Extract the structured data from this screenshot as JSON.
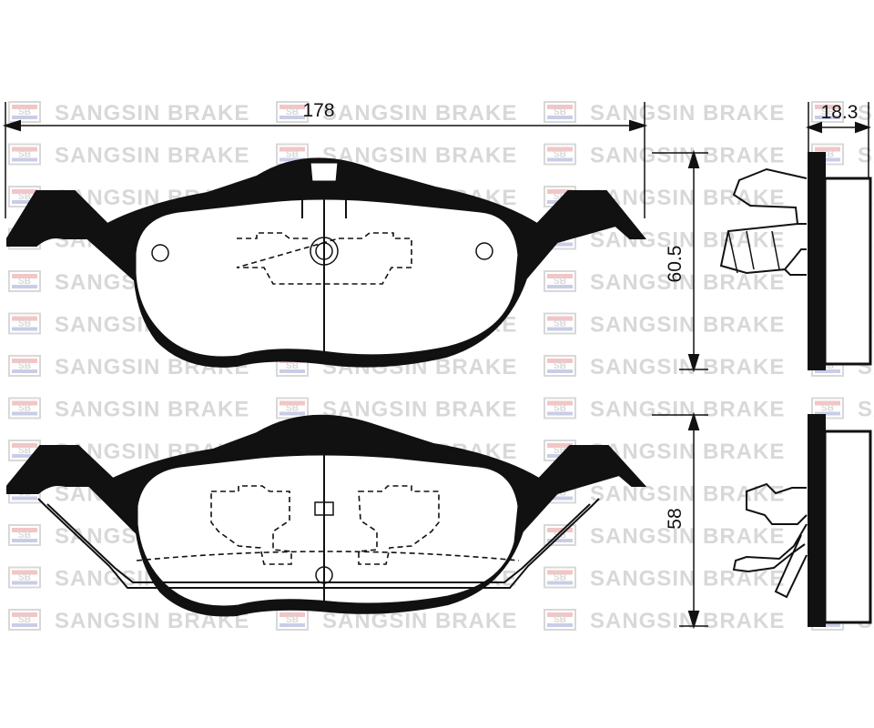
{
  "watermark": {
    "brand_text": "SANGSIN BRAKE",
    "logo_letters": "SB",
    "colors": {
      "text": "#d8d8d8",
      "logo_red": "#f2c6c6",
      "logo_blue": "#c9cde6"
    }
  },
  "dimensions": {
    "width": "178",
    "thickness": "18.3",
    "height_top_pad": "60.5",
    "height_bottom_pad": "58"
  },
  "colors": {
    "line": "#111111",
    "background": "#ffffff"
  }
}
